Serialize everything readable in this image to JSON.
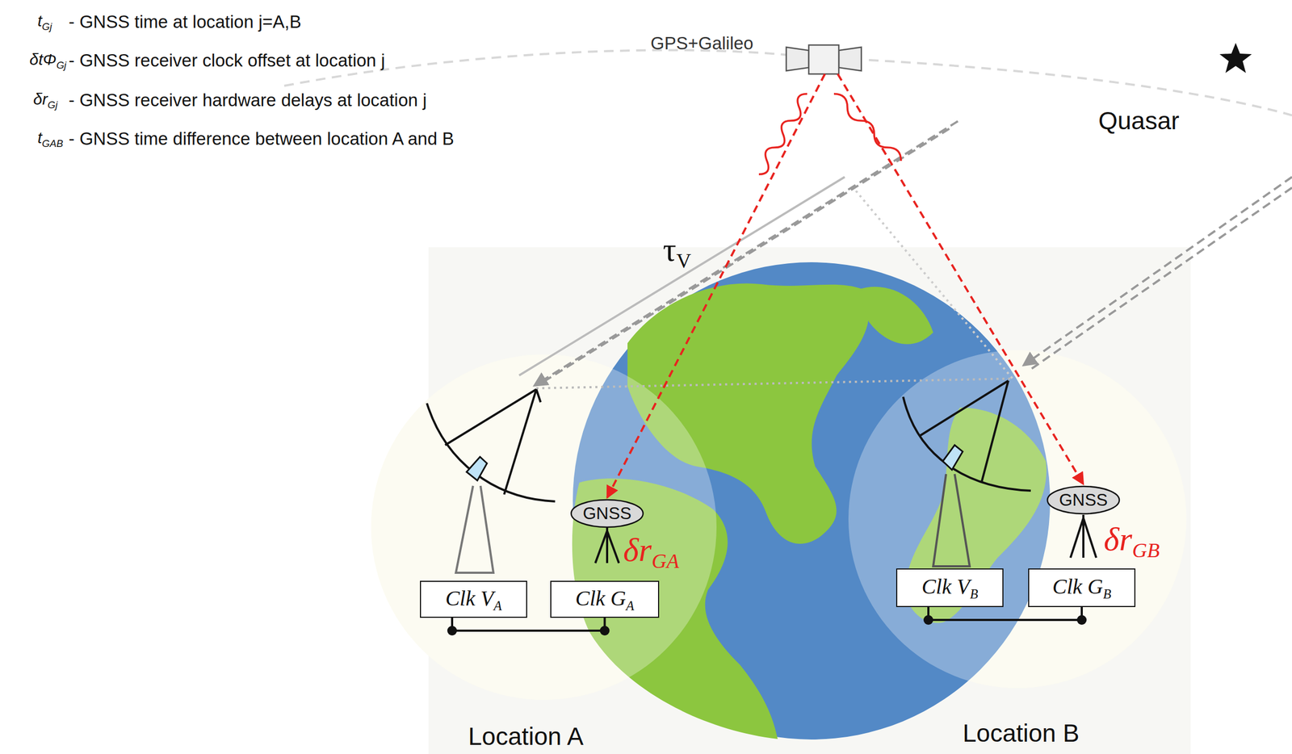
{
  "diagram": {
    "nodes": [
      {
        "text": [
          "GPS+Galileo"
        ]
      },
      {
        "text": [
          "Clk VA"
        ]
      },
      {
        "text": [
          "Clk GA"
        ]
      },
      {
        "text": [
          "GNSS"
        ]
      },
      {
        "text": [
          "Clk VB"
        ]
      },
      {
        "text": [
          "Clk GB"
        ]
      },
      {
        "text": [
          "GNSS"
        ]
      }
    ],
    "edges": [
      {
        "from": 0,
        "to": 3,
        "arrow": "to"
      },
      {
        "from": 0,
        "to": 6,
        "arrow": "to"
      },
      {
        "from": 1,
        "to": 2,
        "arrow": "none"
      },
      {
        "from": 4,
        "to": 5,
        "arrow": "none"
      }
    ],
    "labels": [
      "tGj",
      "- GNSS time at location j=A,B",
      "δtΦGj",
      "- GNSS receiver clock offset at location j",
      "δrGj",
      "- GNSS receiver hardware delays at location j",
      "tGAB",
      "- GNSS time difference between location A and B",
      "Quasar",
      "τV",
      "δrGA",
      "δrGB",
      "Location A",
      "Location B"
    ]
  }
}
